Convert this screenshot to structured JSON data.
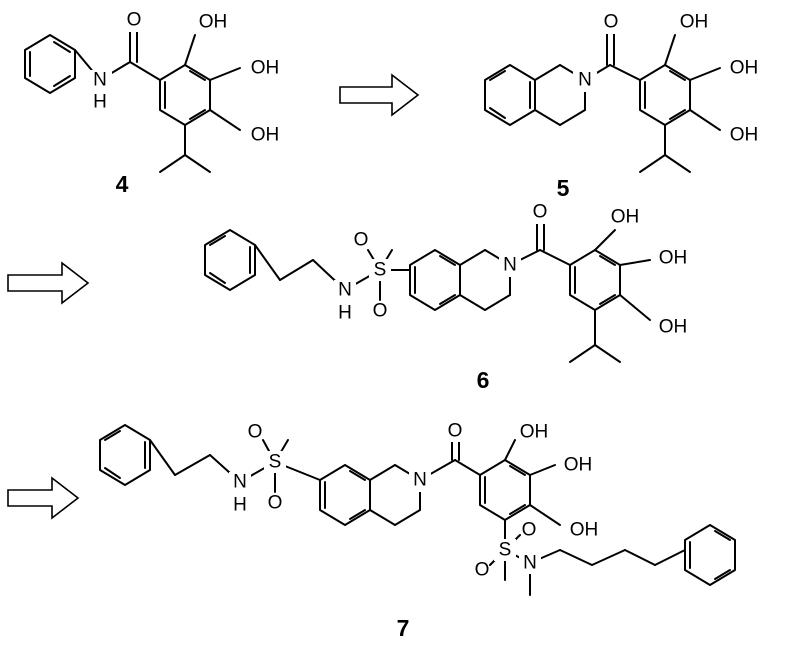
{
  "compounds": [
    {
      "id": "compound-4",
      "number": "4"
    },
    {
      "id": "compound-5",
      "number": "5"
    },
    {
      "id": "compound-6",
      "number": "6"
    },
    {
      "id": "compound-7",
      "number": "7"
    }
  ],
  "atoms": {
    "oh": "OH",
    "o": "O",
    "n": "N",
    "h": "H",
    "s": "S"
  },
  "arrows": 3
}
